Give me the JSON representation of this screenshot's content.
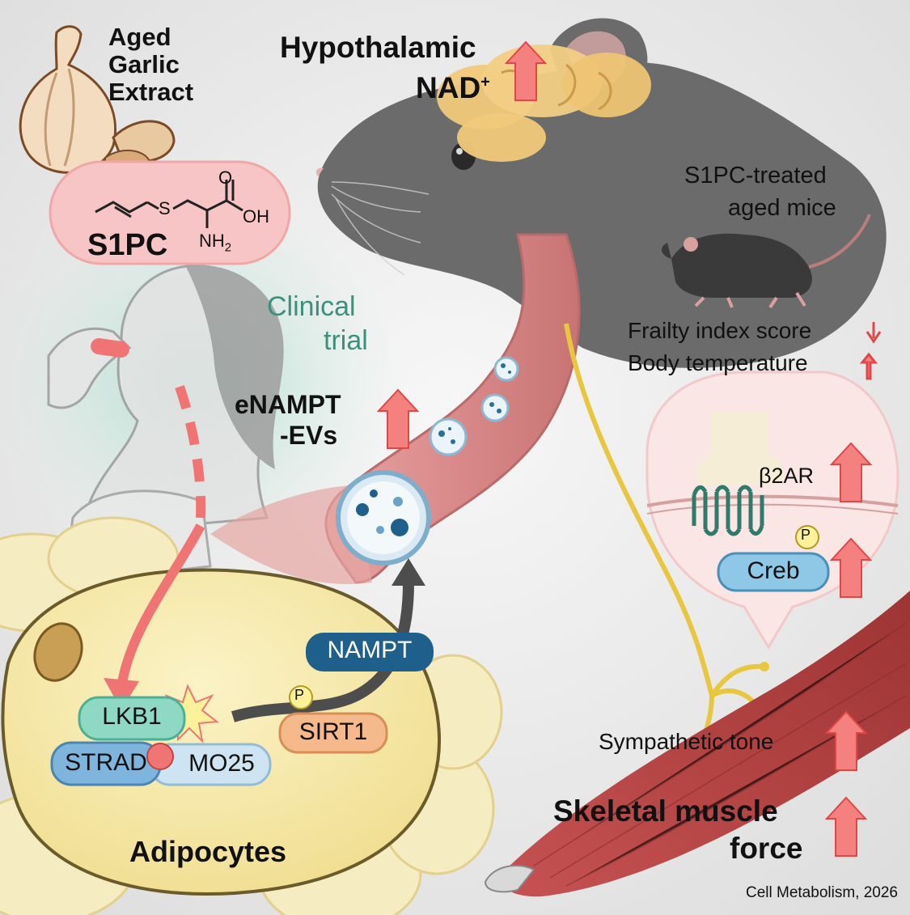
{
  "labels": {
    "garlic": [
      "Aged",
      "Garlic",
      "Extract"
    ],
    "hypothalamic": "Hypothalamic",
    "nad": "NAD",
    "nad_sup": "+",
    "s1pc": "S1PC",
    "chem_o": "O",
    "chem_oh": "OH",
    "chem_s": "S",
    "chem_nh": "NH",
    "chem_sub": "2",
    "clinical": [
      "Clinical",
      "trial"
    ],
    "mice": [
      "S1PC-treated",
      "aged mice"
    ],
    "frailty": "Frailty index score",
    "body_temp": "Body temperature",
    "enampt": [
      "eNAMPT",
      "-EVs"
    ],
    "b2ar": "β2AR",
    "creb": "Creb",
    "phospho": "P",
    "nampt": "NAMPT",
    "sirt1": "SIRT1",
    "lkb1": "LKB1",
    "strad": "STRAD",
    "mo25": "MO25",
    "adipocytes": "Adipocytes",
    "sympathetic": "Sympathetic tone",
    "muscle": [
      "Skeletal muscle",
      "force"
    ],
    "citation": "Cell Metabolism, 2026"
  },
  "colors": {
    "up_arrow": "#f26a6a",
    "mouse": "#6a6a6a",
    "brain": "#f0c97a",
    "adipocyte": "#f7ecb0",
    "vessel": "#d98a8a",
    "muscle": "#b84848",
    "nampt": "#1f5f8c",
    "lkb1": "#8fd8c4",
    "strad": "#7fb4dc",
    "mo25": "#cfe4f2",
    "sirt1": "#f6b98c",
    "creb": "#8ec8e6",
    "nerve": "#e8c640",
    "s1pc_pill": "#f7c5c5",
    "clinical_text": "#3e8f7c"
  }
}
